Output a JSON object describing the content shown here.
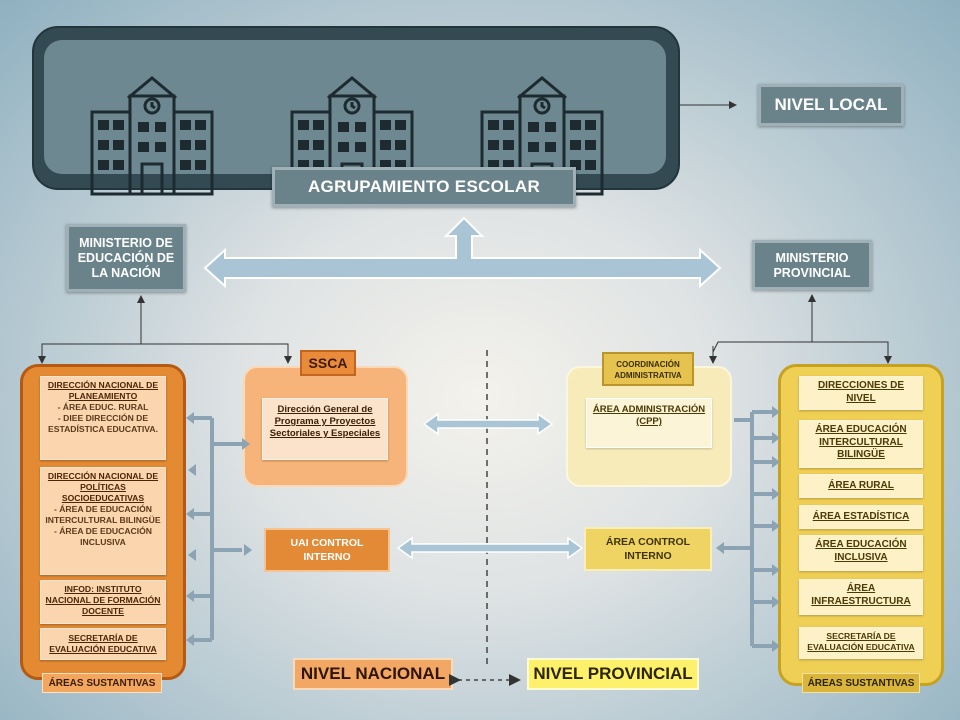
{
  "top": {
    "agrupamiento": "AGRUPAMIENTO ESCOLAR",
    "nivel_local": "NIVEL LOCAL",
    "school_icons": [
      "school-building-icon",
      "school-building-icon",
      "school-building-icon"
    ]
  },
  "ministerios": {
    "nacion": "MINISTERIO DE EDUCACIÓN DE LA NACIÓN",
    "provincial": "MINISTERIO PROVINCIAL"
  },
  "nacional": {
    "cards": [
      {
        "head": "DIRECCIÓN NACIONAL DE PLANEAMIENTO",
        "items": [
          "- ÁREA EDUC. RURAL",
          "- DIEE DIRECCIÓN DE ESTADÍSTICA EDUCATIVA."
        ]
      },
      {
        "head": "DIRECCIÓN NACIONAL DE POLÍTICAS SOCIOEDUCATIVAS",
        "items": [
          "- ÁREA DE EDUCACIÓN INTERCULTURAL BILINGÜE",
          "- ÁREA DE EDUCACIÓN INCLUSIVA"
        ]
      },
      {
        "head": "INFOD: INSTITUTO NACIONAL DE FORMACIÓN DOCENTE",
        "items": []
      },
      {
        "head": "SECRETARÍA DE EVALUACIÓN EDUCATIVA",
        "items": []
      }
    ],
    "areas_label": "ÁREAS SUSTANTIVAS",
    "ssca_label": "SSCA",
    "dg_card": "Dirección General de Programa y Proyectos Sectoriales y Especiales",
    "uai": "UAI CONTROL INTERNO",
    "nivel": "NIVEL NACIONAL"
  },
  "provincial": {
    "cards": [
      "DIRECCIONES DE NIVEL",
      "ÁREA EDUCACIÓN INTERCULTURAL BILINGÜE",
      "ÁREA RURAL",
      "ÁREA ESTADÍSTICA",
      "ÁREA EDUCACIÓN INCLUSIVA",
      "ÁREA INFRAESTRUCTURA",
      "SECRETARÍA DE EVALUACIÓN EDUCATIVA"
    ],
    "areas_label": "ÁREAS SUSTANTIVAS",
    "coord_label": "COORDINACIÓN ADMINISTRATIVA",
    "cpp_card": "ÁREA ADMINISTRACIÓN (CPP)",
    "control": "ÁREA CONTROL INTERNO",
    "nivel": "NIVEL PROVINCIAL"
  },
  "colors": {
    "orange": "#e48a33",
    "yellow": "#f0cf55",
    "slate": "#6a838b",
    "arrow_blue": "#a9c4d4"
  }
}
